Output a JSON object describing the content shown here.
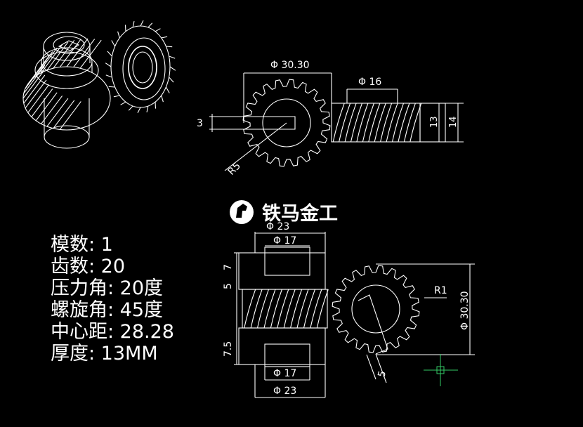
{
  "colors": {
    "background": "#000000",
    "line": "#ffffff",
    "cursor": "#33cc66"
  },
  "watermark": {
    "text": "铁马金工",
    "logo": "horse-head-logo"
  },
  "front_view": {
    "dim_outer_diameter": "Φ 30.30",
    "dim_shaft_diameter": "Φ 16",
    "dim_keyway": "3",
    "dim_radius": "R5",
    "dim_height_a": "13",
    "dim_height_b": "14"
  },
  "side_view": {
    "dim_top_outer": "Φ 23",
    "dim_top_inner": "Φ 17",
    "dim_bottom_inner": "Φ 17",
    "dim_bottom_outer": "Φ 23",
    "dim_step_top": "7",
    "dim_step_mid": "5",
    "dim_step_bottom": "7.5",
    "dim_gear_diameter": "Φ 30.30",
    "dim_radius": "R1",
    "dim_keyway": "5"
  },
  "specs": [
    {
      "label": "模数:",
      "value": "1"
    },
    {
      "label": "齿数:",
      "value": "20"
    },
    {
      "label": "压力角:",
      "value": "20度"
    },
    {
      "label": "螺旋角:",
      "value": "45度"
    },
    {
      "label": "中心距:",
      "value": "28.28"
    },
    {
      "label": "厚度:",
      "value": "13MM"
    }
  ]
}
